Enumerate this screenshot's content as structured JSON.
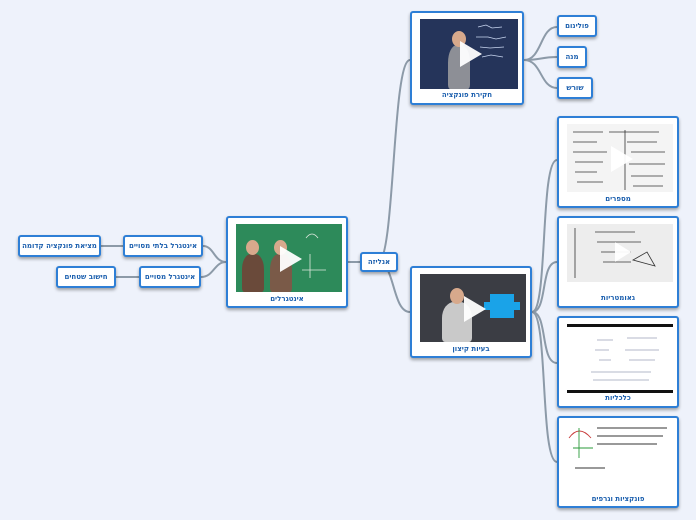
{
  "colors": {
    "accent": "#2e7fd6",
    "background": "#eef2fb",
    "line": "#8c9aa8"
  },
  "root": {
    "label": "אנליזה"
  },
  "nodes": {
    "intro_function": "חקירת פונקציה",
    "polynomial": "פולינום",
    "quotient": "מנה",
    "root_fn": "שורש",
    "extremum": "בעיות קיצון",
    "numbers": "מספרים",
    "geometry": "גאומטריות",
    "economic": "כלכליות",
    "functions_graphs": "פונקציות וגרפים",
    "integrals": "אינטגרלים",
    "indefinite": "אינטגרל בלתי מסויים",
    "antiderivative": "מציאת פונקציה קדומה",
    "definite": "אינטגרל מסויים",
    "area": "חישוב שטחים"
  },
  "icons": [
    "play-icon"
  ]
}
